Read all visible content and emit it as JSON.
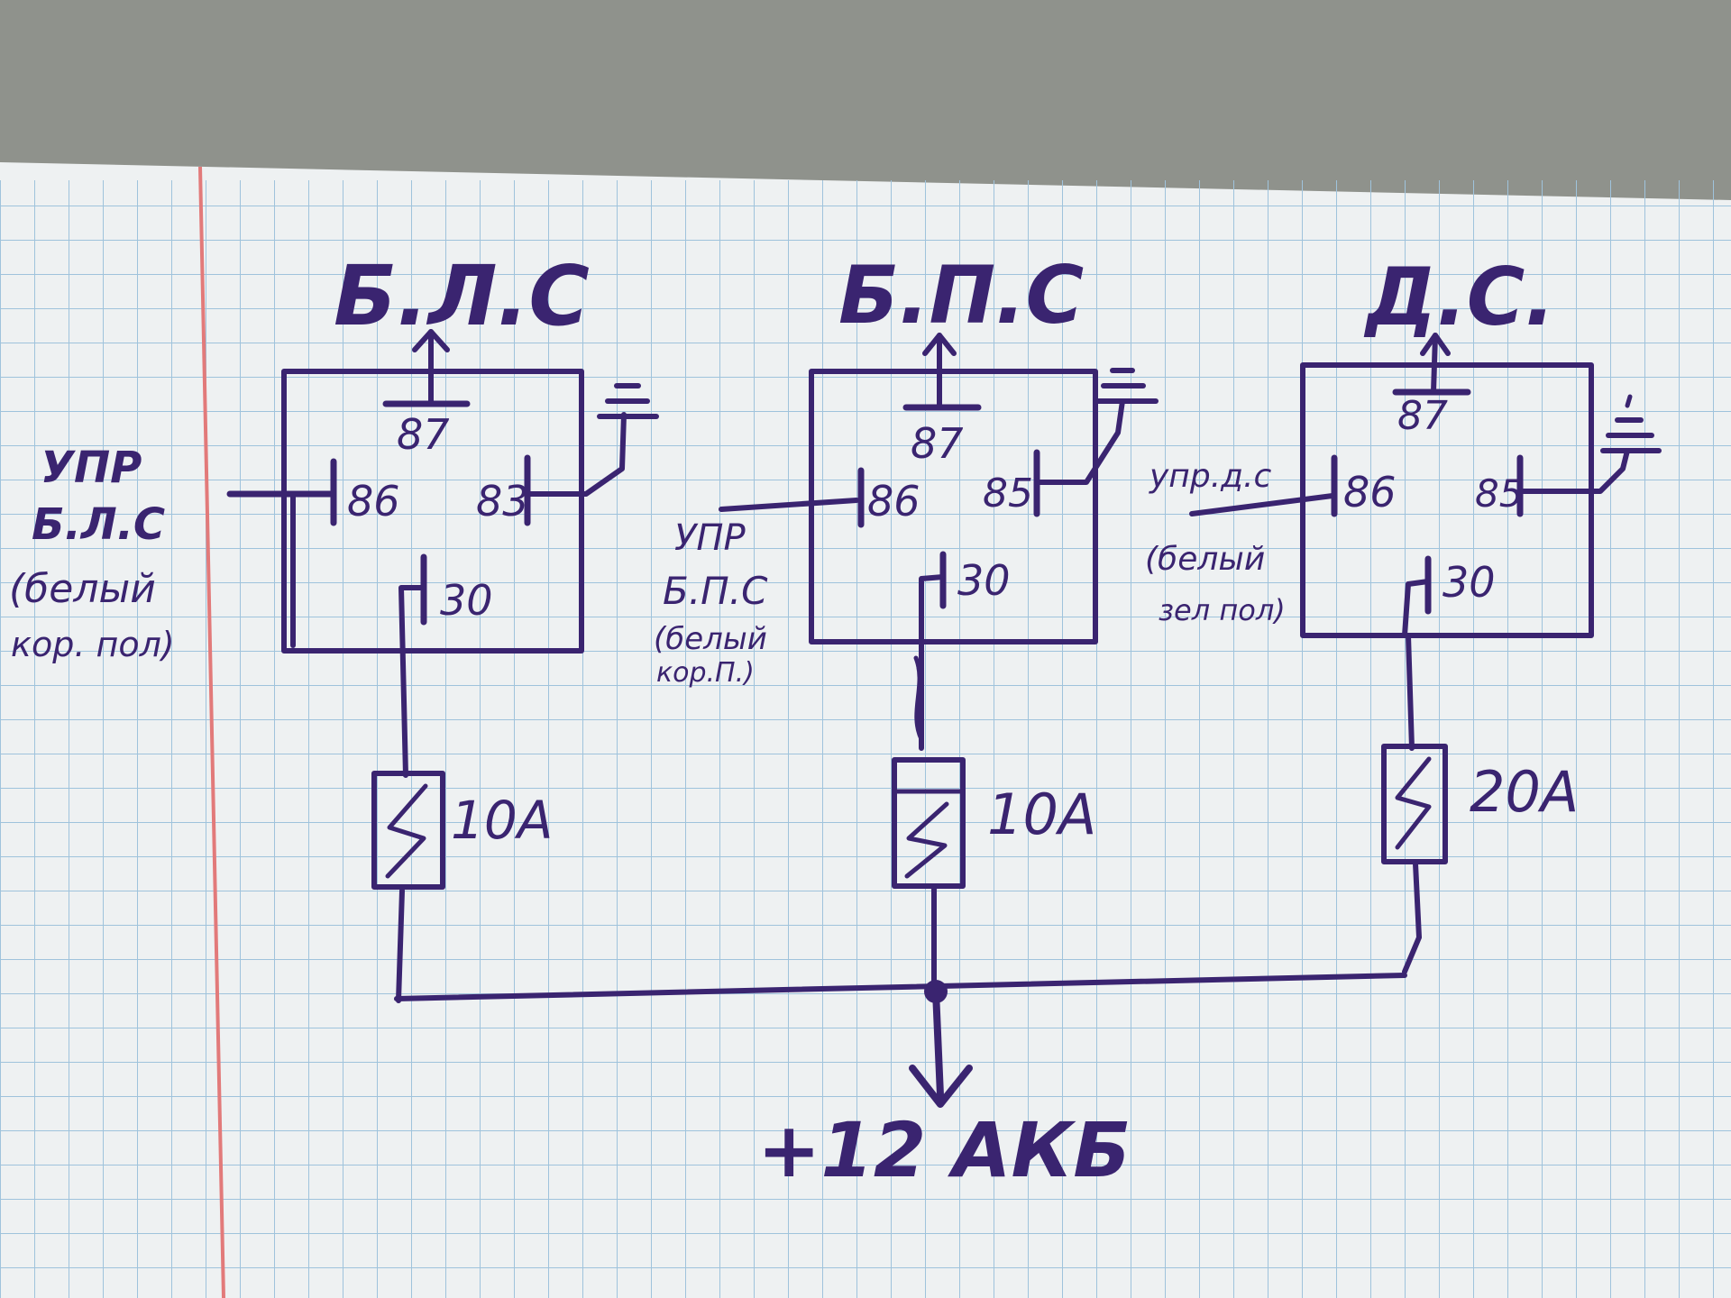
{
  "colors": {
    "ink": "#3a2470",
    "grid": "#9fc3dc",
    "margin_line": "#e27a7a",
    "paper": "#eef1f2",
    "table": "#8f928c"
  },
  "relays": [
    {
      "title": "Б.Л.С",
      "pins": {
        "p87": "87",
        "p86": "86",
        "p85": "83",
        "p30": "30"
      },
      "control": [
        "УПР",
        "Б.Л.С",
        "(белый",
        "кор. пол)"
      ],
      "fuse": "10А"
    },
    {
      "title": "Б.П.С",
      "pins": {
        "p87": "87",
        "p86": "86",
        "p85": "85",
        "p30": "30"
      },
      "control": [
        "УПР",
        "Б.П.С",
        "(белый",
        "кор.П.)"
      ],
      "fuse": "10А"
    },
    {
      "title": "Д.С.",
      "pins": {
        "p87": "87",
        "p86": "86",
        "p85": "85",
        "p30": "30"
      },
      "control": [
        "упр.д.с",
        "(белый",
        "зел пол)"
      ],
      "fuse": "20А"
    }
  ],
  "supply": "+12 АКБ",
  "icons": [
    "ground-icon",
    "output-arrow-icon",
    "fuse-icon",
    "junction-dot-icon"
  ]
}
